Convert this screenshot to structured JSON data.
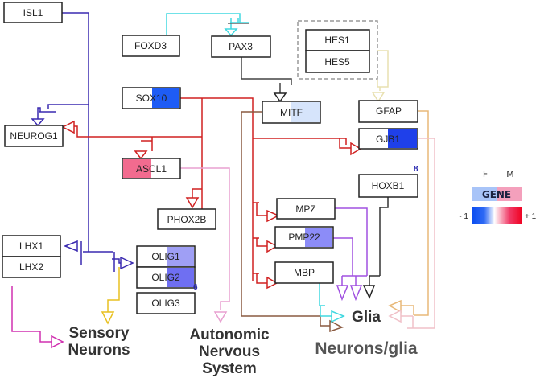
{
  "genes": {
    "isl1": "ISL1",
    "foxd3": "FOXD3",
    "pax3": "PAX3",
    "sox10": "SOX10",
    "neurog1": "NEUROG1",
    "ascl1": "ASCL1",
    "phox2b": "PHOX2B",
    "mitf": "MITF",
    "hes1": "HES1",
    "hes5": "HES5",
    "gfap": "GFAP",
    "gjb1": "GJB1",
    "hoxb1": "HOXB1",
    "mpz": "MPZ",
    "pmp22": "PMP22",
    "mbp": "MBP",
    "lhx1": "LHX1",
    "lhx2": "LHX2",
    "olig1": "OLIG1",
    "olig2": "OLIG2",
    "olig3": "OLIG3"
  },
  "notes": {
    "hoxb1_note": "8",
    "olig_note": "6"
  },
  "outcomes": {
    "sensory_1": "Sensory",
    "sensory_2": "Neurons",
    "autonomic_1": "Autonomic",
    "autonomic_2": "Nervous",
    "autonomic_3": "System",
    "glia": "Glia",
    "neurons_glia": "Neurons/glia"
  },
  "legend": {
    "female": "F",
    "male": "M",
    "gene": "GENE",
    "min": "- 1",
    "max": "+ 1",
    "colors": {
      "low": "#0a4cf0",
      "mid": "#ffffff",
      "high": "#f00020"
    }
  },
  "expression_colors": {
    "sox10_male": "#1e5cf5",
    "ascl1_female": "#f26b8f",
    "mitf_male": "#d6e4fb",
    "gjb1_male": "#1f40ea",
    "pmp22_male": "#8c8cf8",
    "olig1_male": "#9f9ff5",
    "olig2_male": "#6f6ff2"
  }
}
